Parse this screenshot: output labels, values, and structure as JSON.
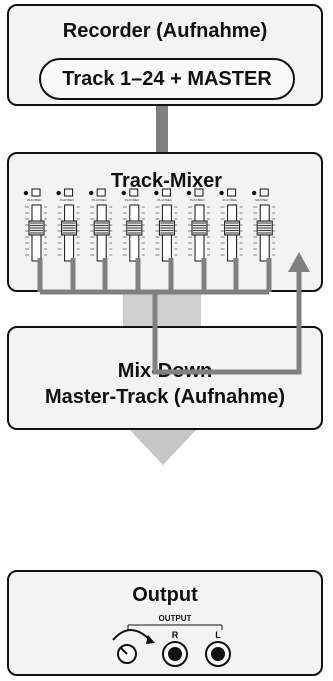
{
  "recorder": {
    "title": "Recorder (Aufnahme)",
    "tracks_label": "Track 1–24 + MASTER"
  },
  "mixer": {
    "title": "Track-Mixer",
    "channel_count": 8,
    "channel_labels": [
      "PLAY/REC",
      "PLAY/REC",
      "PLAY/REC",
      "PLAY/REC",
      "PLAY/REC",
      "PLAY/REC",
      "PLAY/REC",
      "MASTER"
    ]
  },
  "mixdown": {
    "line1": "Mix-Down",
    "line2": "Master-Track (Aufnahme)"
  },
  "output": {
    "title": "Output",
    "panel_label": "OUTPUT",
    "right_label": "R",
    "left_label": "L"
  },
  "colors": {
    "box_fill": "#f3f3f3",
    "signal_path": "#808080",
    "funnel": "#cfcfcf"
  }
}
